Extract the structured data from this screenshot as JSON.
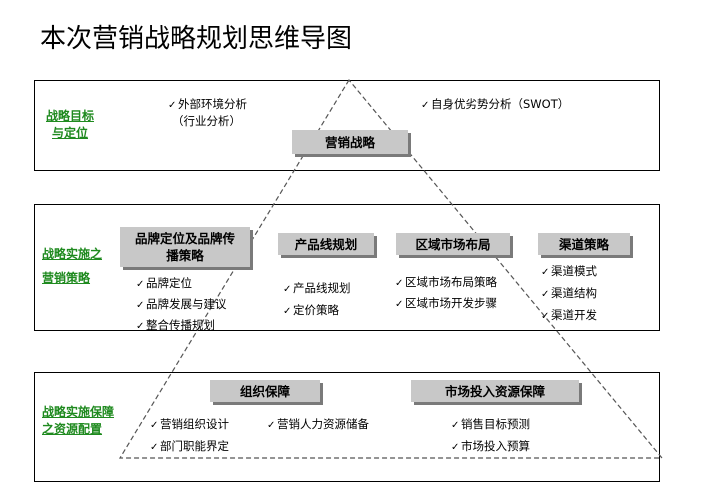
{
  "title": "本次营销战略规划思维导图",
  "check_glyph": "✓",
  "band1": {
    "label_line1": "战略目标",
    "label_line2": "与定位",
    "item_left_line1": "外部环境分析",
    "item_left_line2": "（行业分析）",
    "item_right": "自身优劣势分析（SWOT）",
    "box": "营销战略"
  },
  "band2": {
    "label_line1": "战略实施之",
    "label_line2": "营销策略",
    "boxes": [
      {
        "label_line1": "品牌定位及品牌传",
        "label_line2": "播策略",
        "items": [
          "品牌定位",
          "品牌发展与建议",
          "整合传播规划"
        ]
      },
      {
        "label": "产品线规划",
        "items": [
          "产品线规划",
          "定价策略"
        ]
      },
      {
        "label": "区域市场布局",
        "items": [
          "区域市场布局策略",
          "区域市场开发步骤"
        ]
      },
      {
        "label": "渠道策略",
        "items": [
          "渠道模式",
          "渠道结构",
          "渠道开发"
        ]
      }
    ]
  },
  "band3": {
    "label_line1": "战略实施保障",
    "label_line2": "之资源配置",
    "boxes": [
      {
        "label": "组织保障",
        "items": [
          "营销组织设计",
          "部门职能界定",
          "营销人力资源储备"
        ]
      },
      {
        "label": "市场投入资源保障",
        "items": [
          "销售目标预测",
          "市场投入预算"
        ]
      }
    ]
  }
}
